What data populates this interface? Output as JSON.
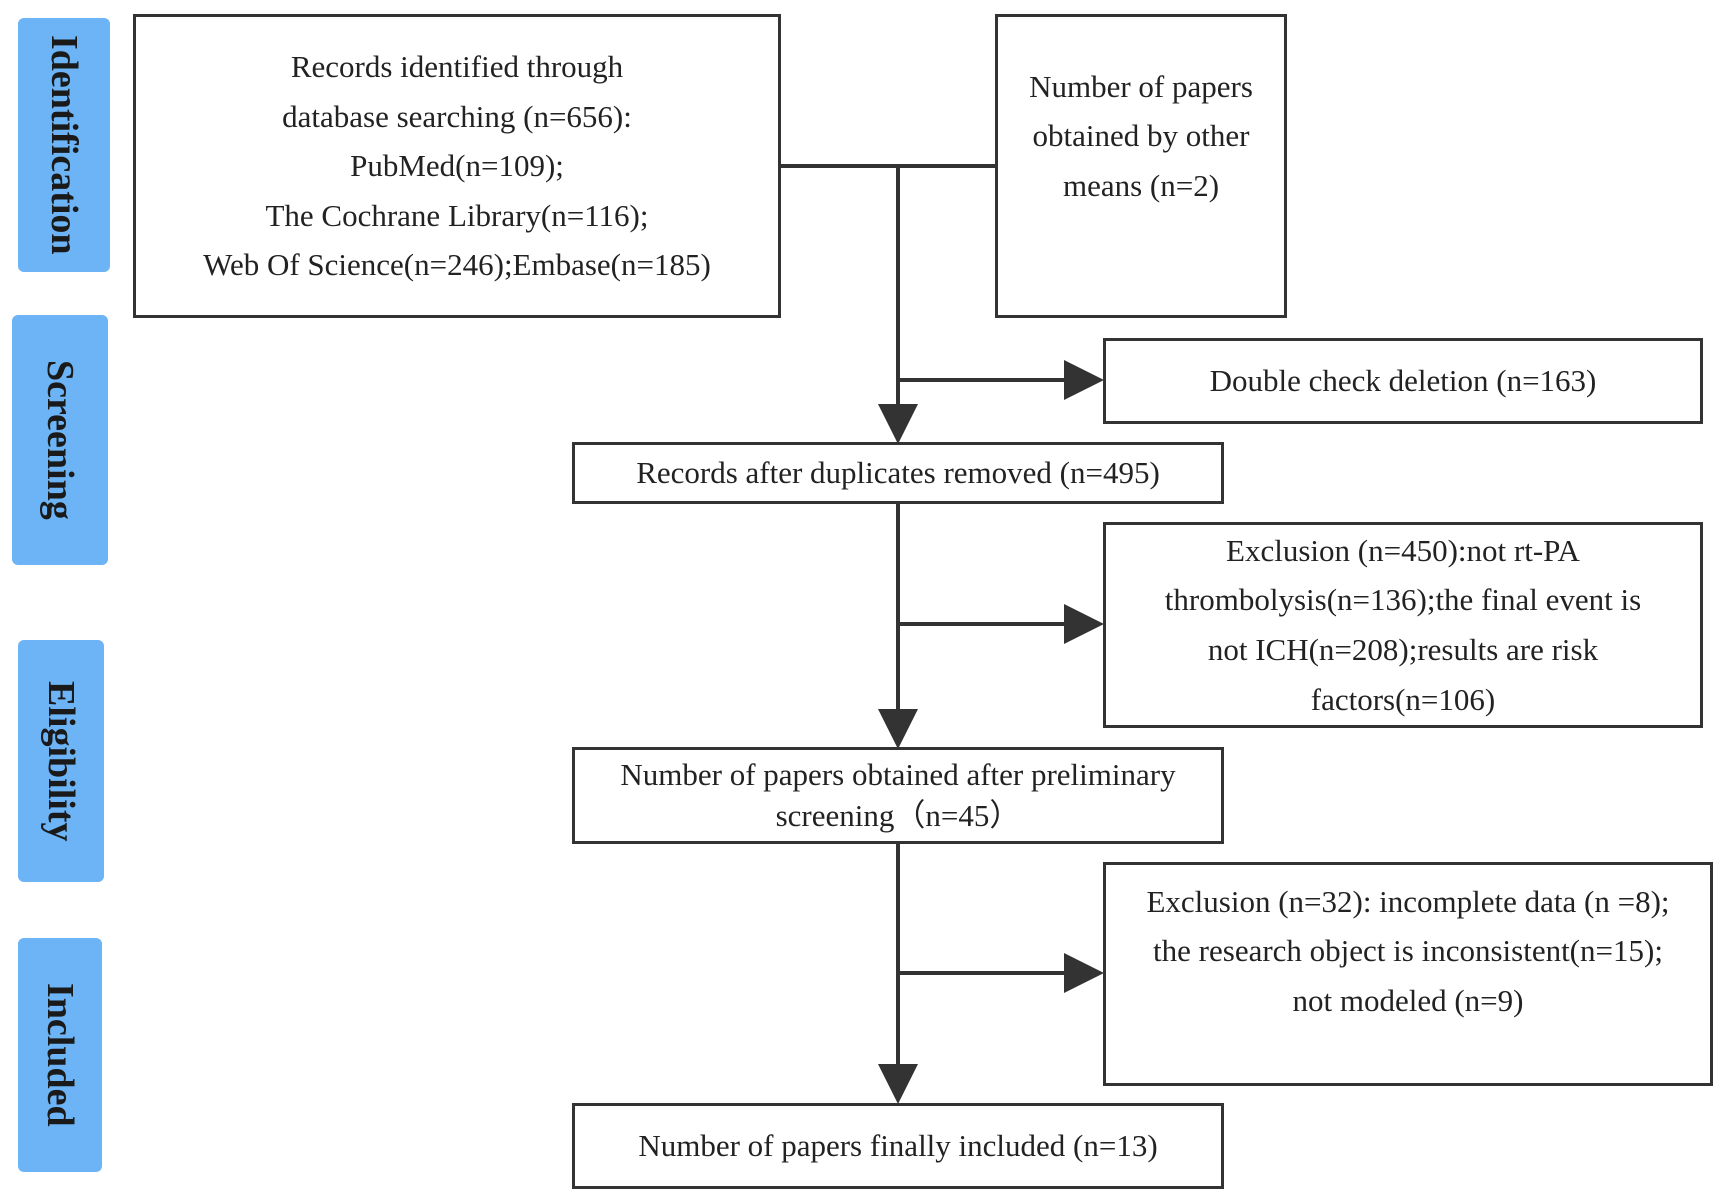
{
  "stages": {
    "identification": "Identification",
    "screening": "Screening",
    "eligibility": "Eligibility",
    "included": "Included"
  },
  "boxes": {
    "database_search": {
      "lines": [
        "Records identified through",
        "database searching (n=656):",
        "PubMed(n=109);",
        "The Cochrane Library(n=116);",
        "Web Of Science(n=246);Embase(n=185)"
      ]
    },
    "other_means": {
      "lines": [
        "Number of papers",
        "obtained by other",
        "means (n=2)"
      ]
    },
    "double_check": {
      "lines": [
        "Double check deletion (n=163)"
      ]
    },
    "after_duplicates": {
      "lines": [
        "Records after duplicates removed (n=495)"
      ]
    },
    "exclusion_450": {
      "lines": [
        "Exclusion (n=450):not rt-PA",
        "thrombolysis(n=136);the final event is",
        "not ICH(n=208);results are risk",
        "factors(n=106)"
      ]
    },
    "preliminary": {
      "lines": [
        "Number of papers obtained after preliminary",
        "screening（n=45）"
      ]
    },
    "exclusion_32": {
      "lines": [
        "Exclusion (n=32): incomplete data (n =8);",
        "the research object is inconsistent(n=15);",
        "not modeled (n=9)"
      ]
    },
    "final": {
      "lines": [
        "Number of papers finally included (n=13)"
      ]
    }
  },
  "colors": {
    "stage_fill": "#6cb4f5",
    "line": "#333333"
  }
}
